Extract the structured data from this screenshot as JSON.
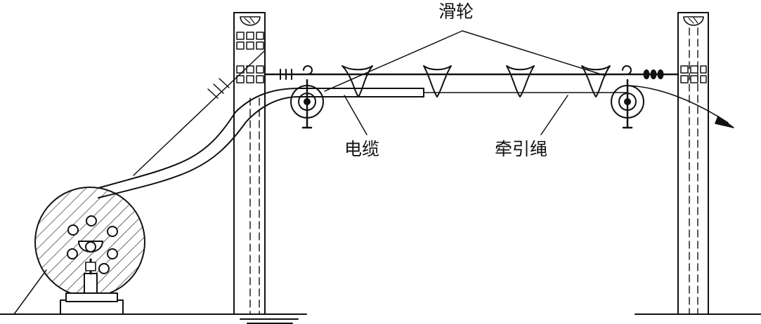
{
  "labels": {
    "pulley": "滑轮",
    "cable": "电缆",
    "traction_rope": "牵引绳"
  },
  "colors": {
    "line": "#111111",
    "background": "#ffffff"
  }
}
